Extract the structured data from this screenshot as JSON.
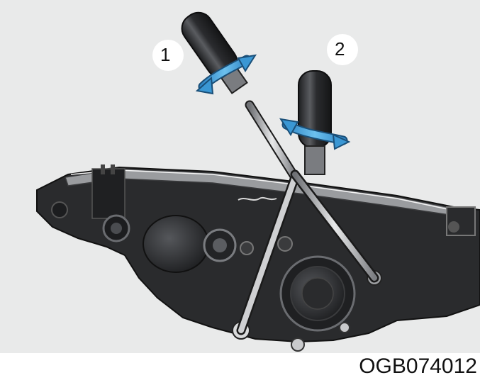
{
  "figure": {
    "callouts": [
      {
        "label": "1"
      },
      {
        "label": "2"
      }
    ],
    "code": "OGB074012",
    "colors": {
      "background": "#e9eaea",
      "housing": "#2a2b2d",
      "arrow": "#3a97d4"
    },
    "icons": [
      "screwdriver-icon",
      "rotation-arrow-icon"
    ]
  }
}
